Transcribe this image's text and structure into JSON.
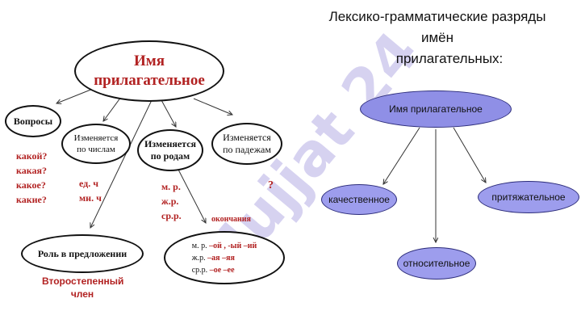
{
  "left": {
    "center": [
      "Имя",
      "прилагательное"
    ],
    "questions": {
      "label": "Вопросы",
      "items": [
        "какой?",
        "какая?",
        "какое?",
        "какие?"
      ]
    },
    "number": {
      "label": [
        "Изменяется",
        "по числам"
      ],
      "values": [
        "ед. ч",
        "мн. ч"
      ]
    },
    "gender": {
      "label": [
        "Изменяется",
        "по родам"
      ],
      "values": [
        "м. р.",
        "ж.р.",
        "ср.р."
      ]
    },
    "cases": {
      "label": [
        "Изменяется",
        "по падежам"
      ],
      "value": "?"
    },
    "endings_label": "окончания",
    "endings": [
      {
        "gender": "м. р.",
        "suffix": "–ой , -ый –ий"
      },
      {
        "gender": "ж.р.",
        "suffix": "–ая –яя"
      },
      {
        "gender": "ср.р.",
        "suffix": "–ое –ее"
      }
    ],
    "role": {
      "label": "Роль в предложении",
      "value": [
        "Второстепенный",
        "член"
      ]
    }
  },
  "right": {
    "title": [
      "Лексико-грамматические разряды имён",
      "прилагательных:"
    ],
    "center": "Имя прилагательное",
    "qualitative": "качественное",
    "possessive": "притяжательное",
    "relative": "относительное"
  },
  "watermark": "Hujjat 24",
  "colors": {
    "red_text": "#b22222",
    "pill_fill": "#9d9ded",
    "center_pill_fill": "#8f8fe6",
    "watermark": "#c9c3ec"
  }
}
